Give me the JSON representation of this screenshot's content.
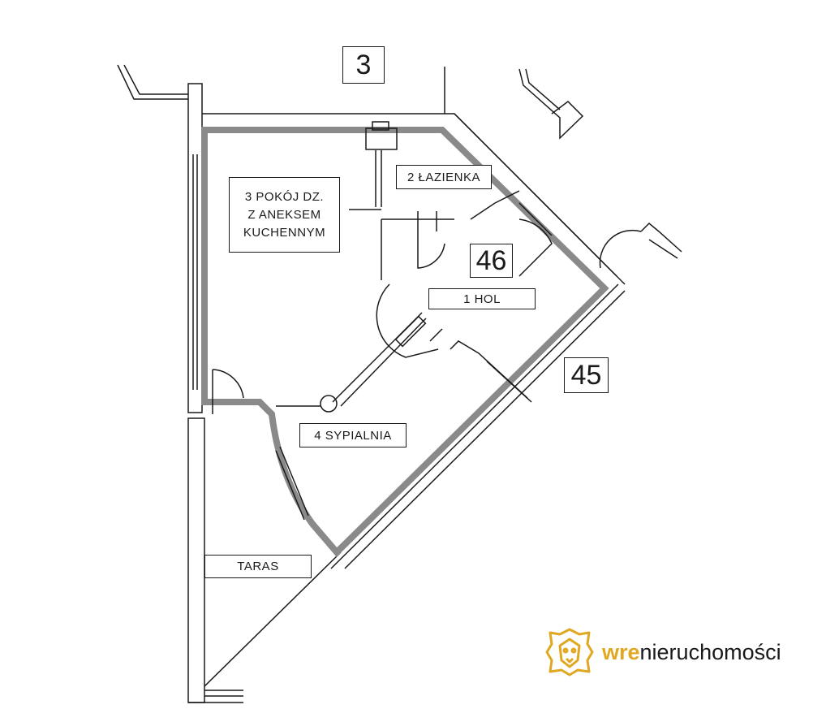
{
  "plan": {
    "unit_numbers": {
      "top": "3",
      "current": "46",
      "right": "45"
    },
    "rooms": {
      "room_1": "1 HOL",
      "room_2": "2 ŁAZIENKA",
      "room_3_line1": "3 POKÓJ DZ.",
      "room_3_line2": "Z ANEKSEM",
      "room_3_line3": "KUCHENNYM",
      "room_4": "4 SYPIALNIA",
      "terrace": "TARAS"
    }
  },
  "logo": {
    "accent": "wre",
    "rest": "nieruchomości",
    "icon": "lion-head-icon",
    "accent_color": "#e0a822"
  },
  "colors": {
    "wall": "#8a8a8a",
    "line": "#1a1a1a"
  }
}
